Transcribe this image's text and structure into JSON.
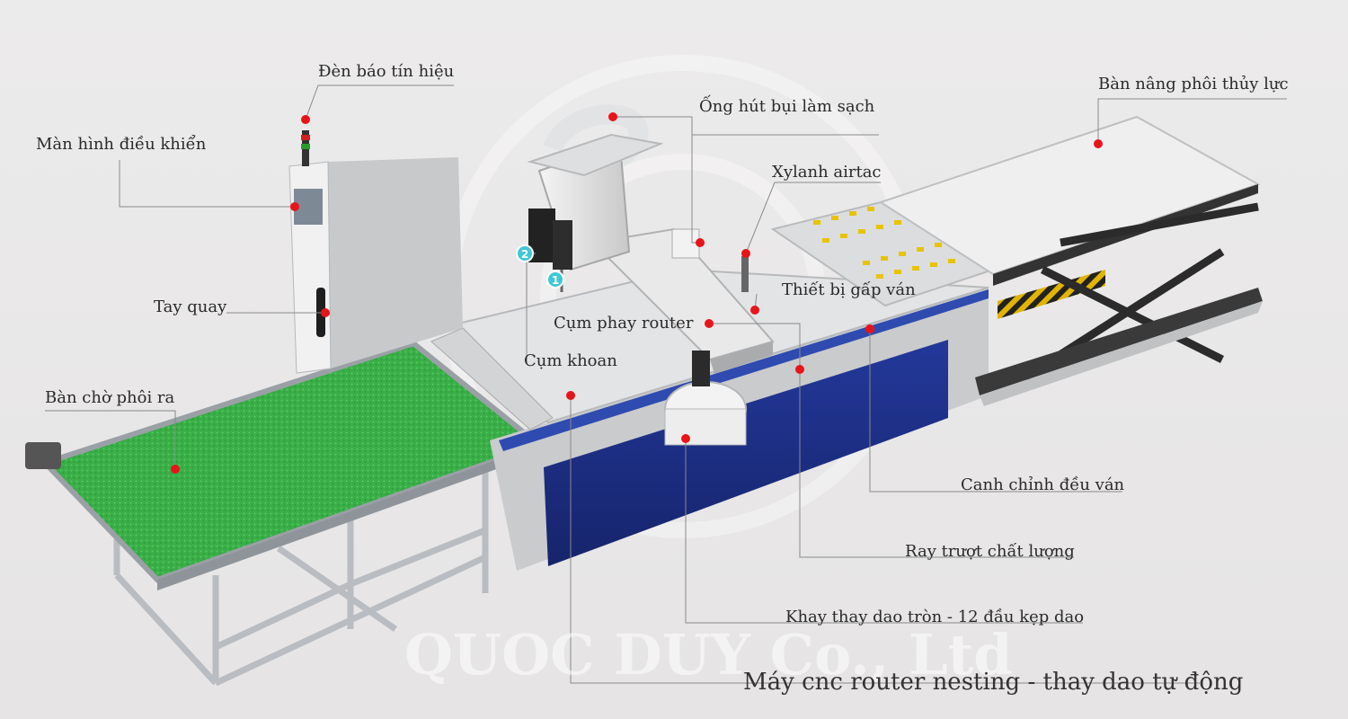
{
  "labels": {
    "den_bao": "Đèn báo tín hiệu",
    "man_hinh": "Màn hình điều khiển",
    "tay_quay": "Tay quay",
    "ban_cho": "Bàn chờ phôi ra",
    "ong_hut": "Ống hút bụi làm sạch",
    "xylanh": "Xylanh airtac",
    "thiet_bi": "Thiết bị gấp ván",
    "cum_phay": "Cụm phay router",
    "cum_khoan": "Cụm khoan",
    "ban_nang": "Bàn nâng phôi thủy lực",
    "canh_chinh": "Canh chỉnh đều ván",
    "ray_truot": "Ray trượt chất lượng",
    "khay": "Khay thay dao tròn - 12 đầu kẹp dao",
    "main_title": "Máy cnc router nesting - thay dao tự động"
  },
  "badges": [
    "1",
    "2"
  ],
  "brand_watermark": "QUOC DUY Co., Ltd",
  "colors": {
    "dot": "#e8141a",
    "leader": "#8a8a8a",
    "belt": "#3cb54a",
    "blue_panel": "#1c2f86",
    "badge": "#3fc8d6"
  }
}
